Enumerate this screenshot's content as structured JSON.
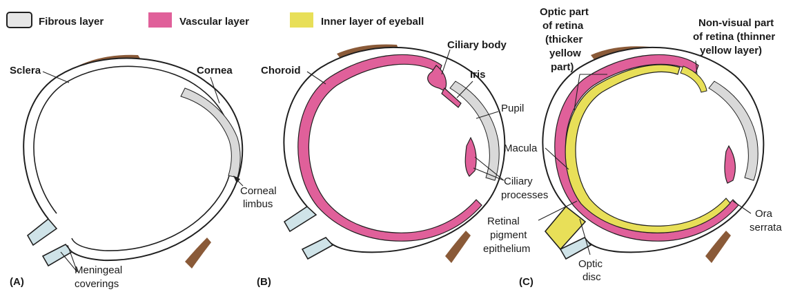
{
  "legend": {
    "fibrous": {
      "label": "Fibrous layer",
      "color": "#e6e6e6"
    },
    "vascular": {
      "label": "Vascular layer",
      "color": "#e0609a"
    },
    "inner": {
      "label": "Inner layer of eyeball",
      "color": "#e8df58"
    }
  },
  "colors": {
    "outline": "#1f1f1f",
    "pink": "#e0609a",
    "yellow": "#e8df58",
    "muscle": "#8a5a38",
    "nerve_fill": "#cfe3e8"
  },
  "panel_a": {
    "tag": "(A)",
    "labels": {
      "sclera": "Sclera",
      "cornea": "Cornea",
      "corneal_limbus": [
        "Corneal",
        "limbus"
      ],
      "meningeal": [
        "Meningeal",
        "coverings"
      ]
    }
  },
  "panel_b": {
    "tag": "(B)",
    "labels": {
      "choroid": "Choroid",
      "ciliary_body": "Ciliary body",
      "iris": "Iris",
      "pupil": "Pupil",
      "ciliary_processes": [
        "Ciliary",
        "processes"
      ]
    }
  },
  "panel_c": {
    "tag": "(C)",
    "labels": {
      "optic_part": [
        "Optic part",
        "of retina",
        "(thicker",
        "yellow",
        "part)"
      ],
      "non_visual": [
        "Non-visual part",
        "of retina (thinner",
        "yellow layer)"
      ],
      "macula": "Macula",
      "retinal_pigment": [
        "Retinal",
        "pigment",
        "epithelium"
      ],
      "optic_disc": [
        "Optic",
        "disc"
      ],
      "ora_serrata": [
        "Ora",
        "serrata"
      ]
    }
  }
}
